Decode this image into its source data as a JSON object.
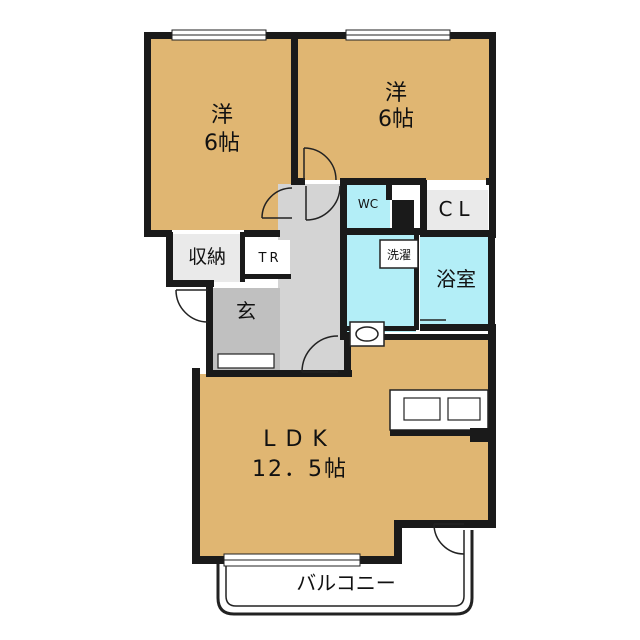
{
  "rooms": {
    "western_left": {
      "line1": "洋",
      "line2": "6帖"
    },
    "western_right": {
      "line1": "洋",
      "line2": "6帖"
    },
    "wc": "WC",
    "cl": "CL",
    "storage": "収納",
    "tr": "TR",
    "laundry": "洗濯",
    "bath": "浴室",
    "entrance": "玄",
    "ldk": {
      "line1": "LDK",
      "line2": "12．5帖"
    },
    "balcony": "バルコニー"
  },
  "colors": {
    "room_floor": "#E0B672",
    "wet_area": "#B3EEF7",
    "corridor": "#D4D4D4",
    "entrance_floor": "#C0C0C0",
    "wall": "#1A1A1A",
    "storage_fill": "#EAEAEA"
  }
}
